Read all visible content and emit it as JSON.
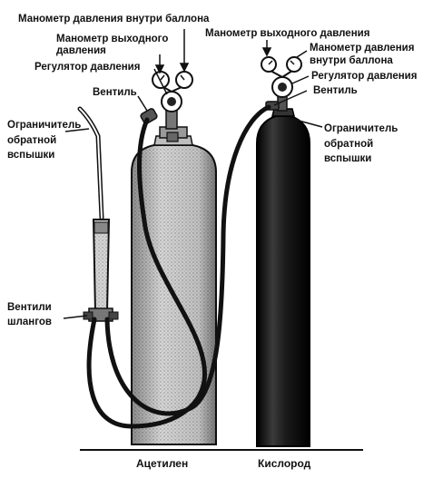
{
  "labels": {
    "acet_gauge_inside": "Манометр давления внутри баллона",
    "acet_gauge_out_1": "Манометр выходного",
    "acet_gauge_out_2": "давления",
    "acet_regulator": "Регулятор давления",
    "acet_valve": "Вентиль",
    "flashback_left_1": "Ограничитель",
    "flashback_left_2": "обратной",
    "flashback_left_3": "вспышки",
    "hose_valves_1": "Вентили",
    "hose_valves_2": "шлангов",
    "oxy_gauge_out": "Манометр выходного давления",
    "oxy_gauge_inside_1": "Манометр давления",
    "oxy_gauge_inside_2": "внутри баллона",
    "oxy_regulator": "Регулятор давления",
    "oxy_valve": "Вентиль",
    "flashback_right_1": "Ограничитель",
    "flashback_right_2": "обратной",
    "flashback_right_3": "вспышки"
  },
  "cylinders": {
    "acetylene": "Ацетилен",
    "oxygen": "Кислород"
  },
  "colors": {
    "ink": "#111111",
    "acetylene_fill": "#cfcfcf",
    "oxygen_fill": "#1b1b1b",
    "paper": "#ffffff"
  }
}
